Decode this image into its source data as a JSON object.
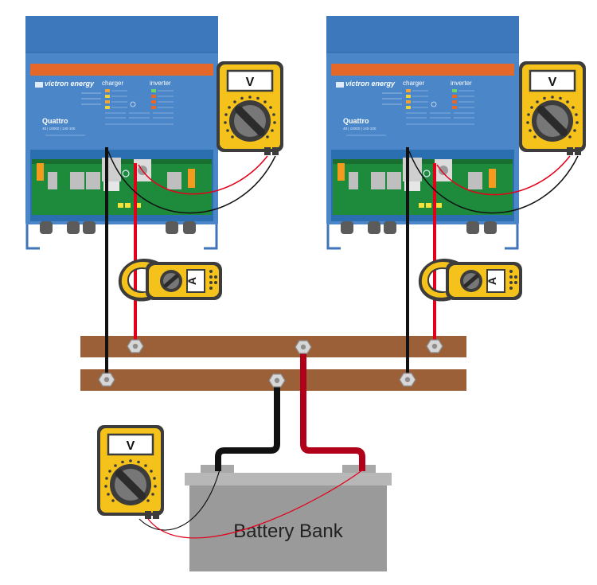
{
  "inverters": [
    {
      "brand": "victron energy",
      "model": "Quattro",
      "spec": "48 | 10000 | 140-100",
      "charger_heading": "charger",
      "inverter_heading": "inverter"
    },
    {
      "brand": "victron energy",
      "model": "Quattro",
      "spec": "48 | 10000 | 140-100",
      "charger_heading": "charger",
      "inverter_heading": "inverter"
    }
  ],
  "meters": {
    "voltmeter_label": "V",
    "clamp_meter_label": "A"
  },
  "battery": {
    "label": "Battery Bank"
  },
  "colors": {
    "inverter_blue": "#4a86c8",
    "inverter_orange": "#e5682b",
    "busbar_brown": "#9b6038",
    "meter_yellow": "#f5c21b",
    "battery_gray": "#9a9a9a",
    "positive_red": "#e3001b",
    "negative_black": "#111111"
  }
}
